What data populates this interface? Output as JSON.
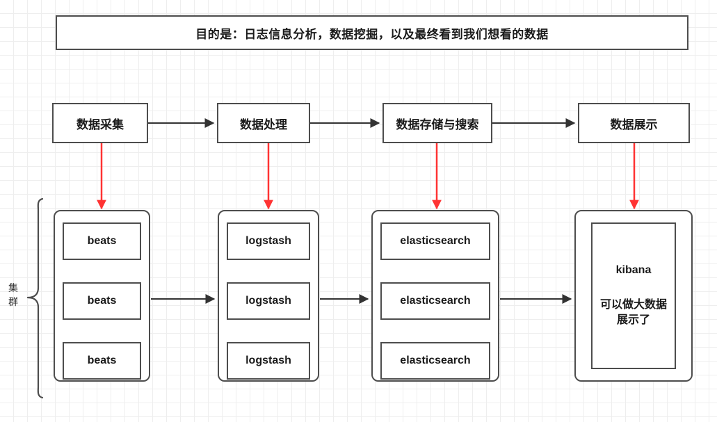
{
  "diagram": {
    "title": "目的是：日志信息分析，数据挖掘，以及最终看到我们想看的数据",
    "cluster_label": "集群",
    "stages": [
      {
        "label": "数据采集"
      },
      {
        "label": "数据处理"
      },
      {
        "label": "数据存储与搜索"
      },
      {
        "label": "数据展示"
      }
    ],
    "groups": [
      {
        "nodes": [
          "beats",
          "beats",
          "beats"
        ]
      },
      {
        "nodes": [
          "logstash",
          "logstash",
          "logstash"
        ]
      },
      {
        "nodes": [
          "elasticsearch",
          "elasticsearch",
          "elasticsearch"
        ]
      },
      {
        "kibana_title": "kibana",
        "kibana_note": "可以做大数据展示了"
      }
    ],
    "colors": {
      "stroke": "#4d4d4d",
      "arrow_dark": "#333333",
      "arrow_red": "#ff3333",
      "grid": "#eeeeee",
      "background": "#ffffff",
      "text": "#1a1a1a"
    }
  }
}
